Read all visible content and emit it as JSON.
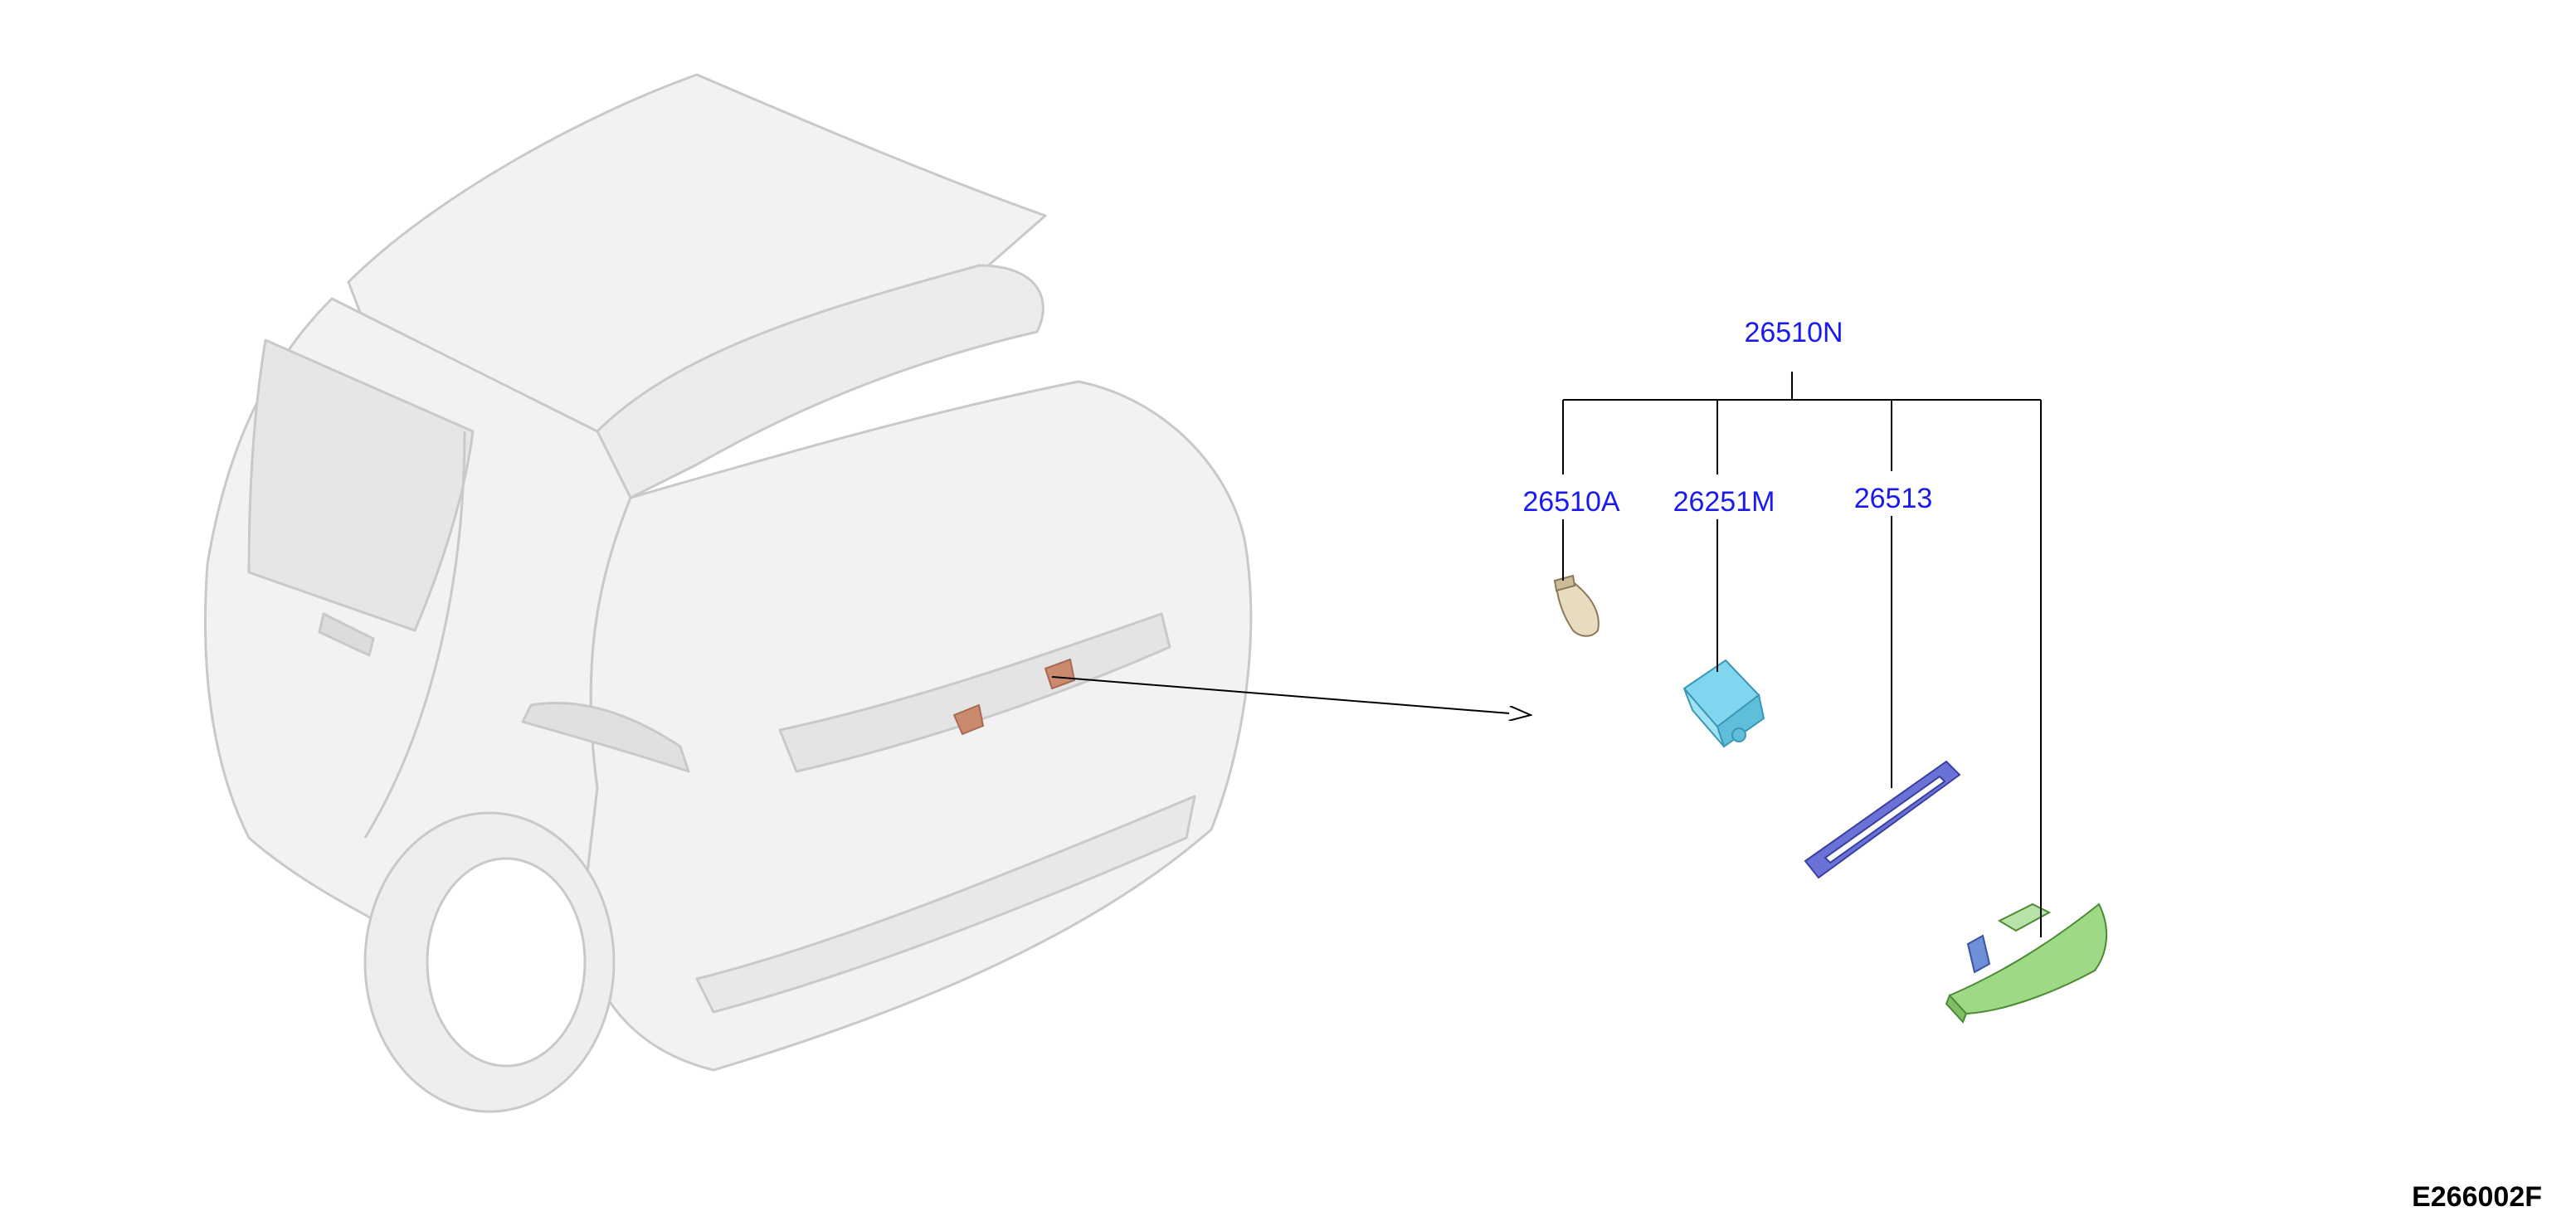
{
  "diagram": {
    "parts": {
      "assembly": "26510N",
      "bulb": "26510A",
      "socket": "26251M",
      "gasket": "26513",
      "lamp": "26510N"
    },
    "reference_code": "E266002F",
    "colors": {
      "label_text": "#1a1aee",
      "leader_line": "#000000",
      "reference_text": "#000000",
      "car_body_fill": "#f2f2f2",
      "car_body_stroke": "#c9c9c9",
      "bulb_fill": "#e8dcc0",
      "socket_fill": "#7fd6ee",
      "gasket_fill": "#6a72d8",
      "lamp_fill": "#9ed985",
      "lamp_mount_fill": "#6f8fd8",
      "mount_marker_fill": "#c98a6e"
    },
    "icons": {
      "vehicle": "hatchback-rear-view",
      "bulb": "wedge-bulb-icon",
      "socket": "bulb-socket-icon",
      "gasket": "gasket-frame-icon",
      "lamp": "license-lamp-icon"
    }
  }
}
